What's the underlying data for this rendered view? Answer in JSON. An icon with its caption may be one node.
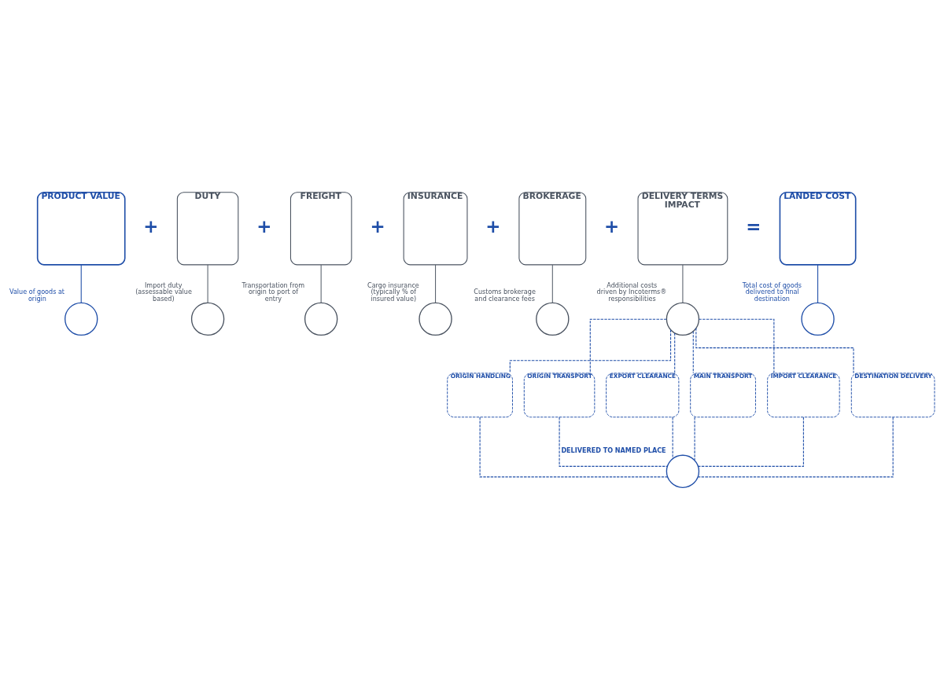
{
  "diagram": {
    "nodes": [
      {
        "text": [
          "PRODUCT VALUE"
        ]
      },
      {
        "text": [
          "DUTY"
        ]
      },
      {
        "text": [
          "FREIGHT"
        ]
      },
      {
        "text": [
          "INSURANCE"
        ]
      },
      {
        "text": [
          "BROKERAGE"
        ]
      },
      {
        "text": [
          "DELIVERY TERMS IMPACT"
        ]
      },
      {
        "text": [
          "LANDED COST"
        ]
      },
      {
        "text": [],
        "shape": "circle",
        "beside": [
          "Value of goods at origin"
        ]
      },
      {
        "text": [],
        "shape": "circle",
        "beside": [
          "Import duty (assessable value based)"
        ]
      },
      {
        "text": [],
        "shape": "circle",
        "beside": [
          "Transportation from origin to port of entry"
        ]
      },
      {
        "text": [],
        "shape": "circle",
        "beside": [
          "Cargo insurance (typically % of insured value)"
        ]
      },
      {
        "text": [],
        "shape": "circle",
        "beside": [
          "Customs brokerage and clearance fees"
        ]
      },
      {
        "text": [],
        "shape": "circle",
        "beside": [
          "Additional costs driven by Incoterms® responsibilities"
        ]
      },
      {
        "text": [],
        "shape": "circle",
        "beside": [
          "Total cost of goods delivered to final destination"
        ]
      },
      {
        "text": [
          "ORIGIN HANDLING"
        ]
      },
      {
        "text": [
          "ORIGIN TRANSPORT"
        ]
      },
      {
        "text": [
          "EXPORT CLEARANCE"
        ]
      },
      {
        "text": [
          "MAIN TRANSPORT"
        ]
      },
      {
        "text": [
          "IMPORT CLEARANCE"
        ]
      },
      {
        "text": [
          "DESTINATION DELIVERY"
        ]
      },
      {
        "text": [],
        "shape": "circle",
        "beside": [
          "DELIVERED TO NAMED PLACE"
        ]
      }
    ],
    "edges": [
      {
        "from": 0,
        "to": 7,
        "arrow": "none"
      },
      {
        "from": 1,
        "to": 8,
        "arrow": "none",
        "color": "#5b636e"
      },
      {
        "from": 2,
        "to": 9,
        "arrow": "none",
        "color": "#5b636e"
      },
      {
        "from": 3,
        "to": 10,
        "arrow": "none",
        "color": "#5b636e"
      },
      {
        "from": 4,
        "to": 11,
        "arrow": "none",
        "color": "#5b636e"
      },
      {
        "from": 5,
        "to": 12,
        "arrow": "none",
        "color": "#5b636e"
      },
      {
        "from": 6,
        "to": 13,
        "arrow": "none"
      },
      {
        "from": 12,
        "to": 14,
        "arrow": "none",
        "style": "dashed"
      },
      {
        "from": 12,
        "to": 15,
        "arrow": "none",
        "style": "dashed"
      },
      {
        "from": 12,
        "to": 16,
        "arrow": "none",
        "style": "dashed"
      },
      {
        "from": 12,
        "to": 17,
        "arrow": "none",
        "style": "dashed"
      },
      {
        "from": 12,
        "to": 18,
        "arrow": "none",
        "style": "dashed"
      },
      {
        "from": 12,
        "to": 19,
        "arrow": "none",
        "style": "dashed"
      },
      {
        "from": 14,
        "to": 20,
        "arrow": "none",
        "style": "dashed"
      },
      {
        "from": 15,
        "to": 20,
        "arrow": "none",
        "style": "dashed"
      },
      {
        "from": 16,
        "to": 20,
        "arrow": "none",
        "style": "dashed"
      },
      {
        "from": 17,
        "to": 20,
        "arrow": "none",
        "style": "dashed"
      },
      {
        "from": 18,
        "to": 20,
        "arrow": "none",
        "style": "dashed"
      },
      {
        "from": 19,
        "to": 20,
        "arrow": "none",
        "style": "dashed"
      }
    ],
    "labels": [
      "+",
      "+",
      "+",
      "+",
      "+",
      "="
    ]
  }
}
